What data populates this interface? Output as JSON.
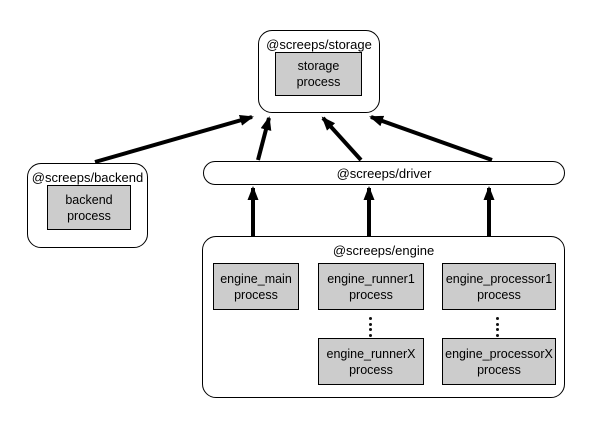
{
  "diagram": {
    "nodes": {
      "storage": {
        "label": "@screeps/storage",
        "process": {
          "line1": "storage",
          "line2": "process"
        }
      },
      "backend": {
        "label": "@screeps/backend",
        "process": {
          "line1": "backend",
          "line2": "process"
        }
      },
      "driver": {
        "label": "@screeps/driver"
      },
      "engine": {
        "label": "@screeps/engine",
        "processes": [
          {
            "line1": "engine_main",
            "line2": "process"
          },
          {
            "line1": "engine_runner1",
            "line2": "process"
          },
          {
            "line1": "engine_processor1",
            "line2": "process"
          },
          {
            "line1": "engine_runnerX",
            "line2": "process"
          },
          {
            "line1": "engine_processorX",
            "line2": "process"
          }
        ]
      }
    },
    "edges": [
      {
        "from": "backend",
        "to": "storage"
      },
      {
        "from": "driver",
        "to": "storage"
      },
      {
        "from": "driver",
        "to": "storage"
      },
      {
        "from": "driver",
        "to": "storage"
      },
      {
        "from": "engine",
        "to": "driver"
      },
      {
        "from": "engine",
        "to": "driver"
      },
      {
        "from": "engine",
        "to": "driver"
      }
    ],
    "colors": {
      "process_fill": "#cccccc",
      "border": "#000000",
      "background": "#ffffff",
      "arrow": "#000000"
    }
  }
}
